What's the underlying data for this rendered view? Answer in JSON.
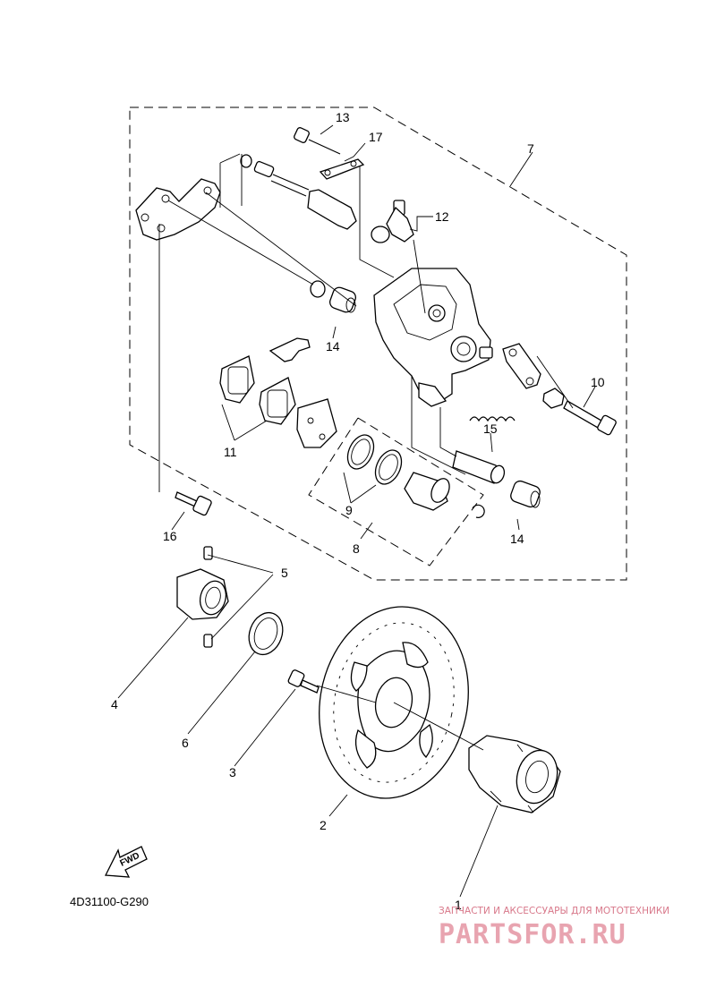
{
  "diagram": {
    "callouts": [
      "1",
      "2",
      "3",
      "4",
      "5",
      "6",
      "7",
      "8",
      "9",
      "10",
      "11",
      "12",
      "13",
      "14",
      "14",
      "15",
      "16",
      "17"
    ],
    "drawing_code": "4D31100-G290",
    "fwd_label": "FWD"
  },
  "watermark": {
    "tagline": "ЗАПЧАСТИ И АКСЕССУАРЫ ДЛЯ МОТОТЕХНИКИ",
    "brand": "PARTSFOR.RU",
    "color": "#e8a4b0"
  }
}
